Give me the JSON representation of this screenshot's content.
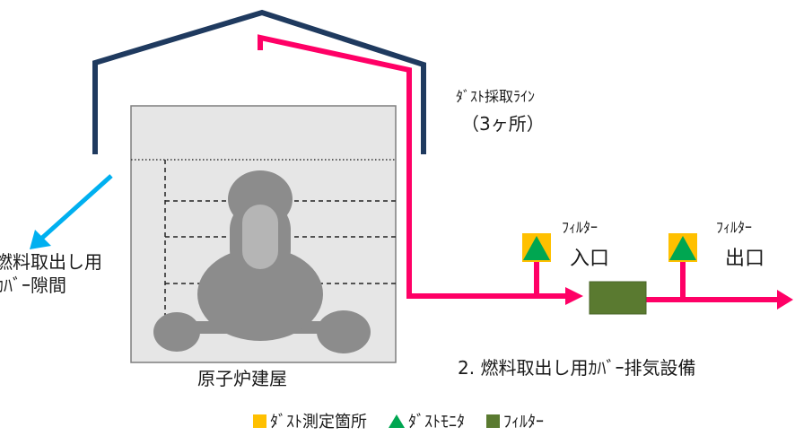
{
  "labels": {
    "dust_line": "ﾀﾞｽﾄ採取ﾗｲﾝ",
    "dust_line_count": "（3ヶ所）",
    "filter_small_1": "ﾌｨﾙﾀｰ",
    "filter_inlet": "入口",
    "filter_small_2": "ﾌｨﾙﾀｰ",
    "filter_outlet": "出口",
    "gap_line1": "燃料取出し用",
    "gap_line2": "ｶﾊﾞｰ隙間",
    "building": "原子炉建屋",
    "exhaust": "2. 燃料取出し用ｶﾊﾞｰ排気設備"
  },
  "legend": {
    "dust_point": "ﾀﾞｽﾄ測定箇所",
    "dust_monitor": "ﾀﾞｽﾄﾓﾆﾀ",
    "filter": "ﾌｨﾙﾀｰ"
  },
  "colors": {
    "cover": "#1f3a5f",
    "pipe": "#ff0066",
    "leak_arrow": "#00b0f0",
    "measure_point": "#ffc000",
    "monitor": "#00a651",
    "filter": "#5a7a30",
    "building_fill": "#e6e6e6",
    "reactor": "#8c8c8c"
  }
}
